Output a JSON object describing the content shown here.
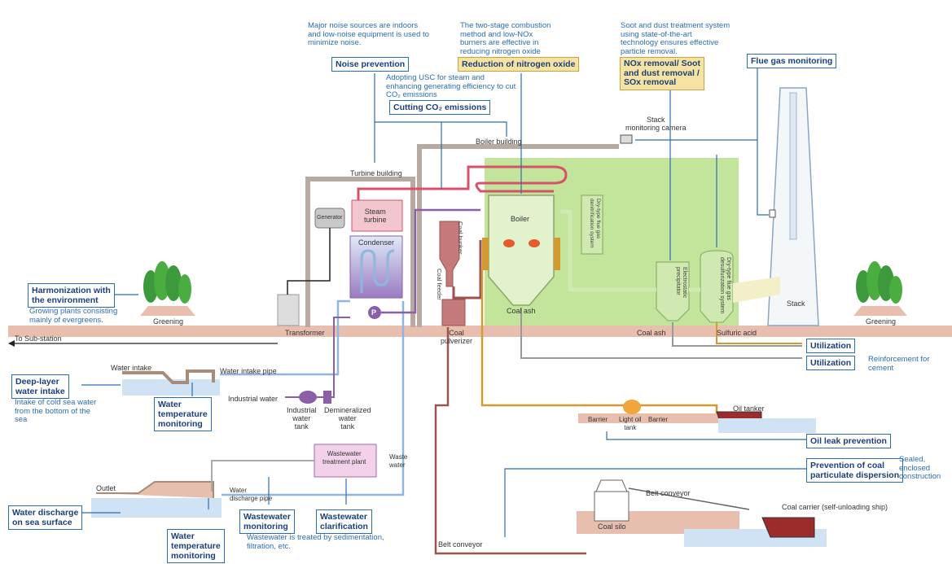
{
  "notes": {
    "noise_sources": "Major noise sources are indoors and low-noise equipment is used to minimize noise.",
    "combustion": "The two-stage combustion method and low-NOx burners are effective in reducing nitrogen oxide emissions",
    "soot": "Soot and dust treatment system using state-of-the-art technology ensures effective particle removal.",
    "usc": "Adopting USC for steam and enhancing generating efficiency to cut CO₂ emissions",
    "plants": "Growing plants consisting mainly of evergreens.",
    "cold_water": "Intake of cold sea water from the bottom of the sea",
    "cement": "Reinforcement for cement",
    "sealed": "Sealed, enclosed construction",
    "wastewater_treated": "Wastewater is treated by sedimentation, filtration, etc."
  },
  "boxes": {
    "noise_prevention": "Noise prevention",
    "nox_reduction": "Reduction of nitrogen oxide",
    "nox_removal_1": "NOx removal/ Soot",
    "nox_removal_2": "and dust removal /",
    "nox_removal_3": "SOx removal",
    "flue_gas": "Flue gas monitoring",
    "co2": "Cutting CO₂ emissions",
    "harmonization_1": "Harmonization with",
    "harmonization_2": "the environment",
    "deep_layer_1": "Deep-layer",
    "deep_layer_2": "water intake",
    "water_temp_1_a": "Water",
    "water_temp_1_b": "temperature",
    "water_temp_1_c": "monitoring",
    "water_discharge_1": "Water discharge",
    "water_discharge_2": "on sea surface",
    "water_temp_2_a": "Water",
    "water_temp_2_b": "temperature",
    "water_temp_2_c": "monitoring",
    "wastewater_monitoring_1": "Wastewater",
    "wastewater_monitoring_2": "monitoring",
    "wastewater_clarification_1": "Wastewater",
    "wastewater_clarification_2": "clarification",
    "utilization_1": "Utilization",
    "utilization_2": "Utilization",
    "oil_leak": "Oil leak prevention",
    "coal_dispersion_1": "Prevention of coal",
    "coal_dispersion_2": "particulate dispersion"
  },
  "labels": {
    "stack_camera_1": "Stack",
    "stack_camera_2": "monitoring camera",
    "boiler_building": "Boiler building",
    "turbine_building": "Turbine building",
    "generator": "Generator",
    "steam_turbine_1": "Steam",
    "steam_turbine_2": "turbine",
    "condenser": "Condenser",
    "boiler": "Boiler",
    "coal_ash_1": "Coal ash",
    "coal_ash_2": "Coal ash",
    "coal_pulverizer_1": "Coal",
    "coal_pulverizer_2": "pulverizer",
    "transformer": "Transformer",
    "to_substation": "To Sub-station",
    "greening_1": "Greening",
    "greening_2": "Greening",
    "stack": "Stack",
    "sulfuric_acid": "Sulfuric acid",
    "water_intake": "Water intake",
    "water_intake_pipe": "Water intake pipe",
    "industrial_water": "Industrial water",
    "industrial_tank_1": "Industrial",
    "industrial_tank_2": "water",
    "industrial_tank_3": "tank",
    "demineralized_1": "Demineralized",
    "demineralized_2": "water",
    "demineralized_3": "tank",
    "oil_tanker": "Oil tanker",
    "barrier_1": "Barrier",
    "barrier_2": "Barrier",
    "light_oil_1": "Light oil",
    "light_oil_2": "tank",
    "wastewater_plant_1": "Wastewater",
    "wastewater_plant_2": "treatment plant",
    "waste_water_1": "Waste",
    "waste_water_2": "water",
    "outlet": "Outlet",
    "discharge_pipe_1": "Water",
    "discharge_pipe_2": "discharge pipe",
    "belt_conveyor_1": "Belt conveyor",
    "belt_conveyor_2": "Belt conveyor",
    "coal_silo": "Coal silo",
    "coal_carrier": "Coal carrier (self-unloading ship)",
    "coal_bunker": "Coal bunker",
    "coal_feeder": "Coal feeder",
    "dry_denitrification": "Dry-type flue gas denitrification system",
    "electrostatic": "Electrostatic precipitator",
    "dry_desulfurization": "Dry-type flue gas desulfurization system",
    "pump": "P"
  },
  "colors": {
    "green_zone": "#b9e08a",
    "steam_red": "#d9506a",
    "water_blue": "#8fb6e0",
    "purple": "#8a5fa8",
    "coal_brown": "#b86a6a",
    "ground": "#e8bfae",
    "building": "#b8aaa0",
    "oil": "#d39a32",
    "label_blue": "#2a6db5",
    "box_yellow": "#f7e3a1"
  }
}
